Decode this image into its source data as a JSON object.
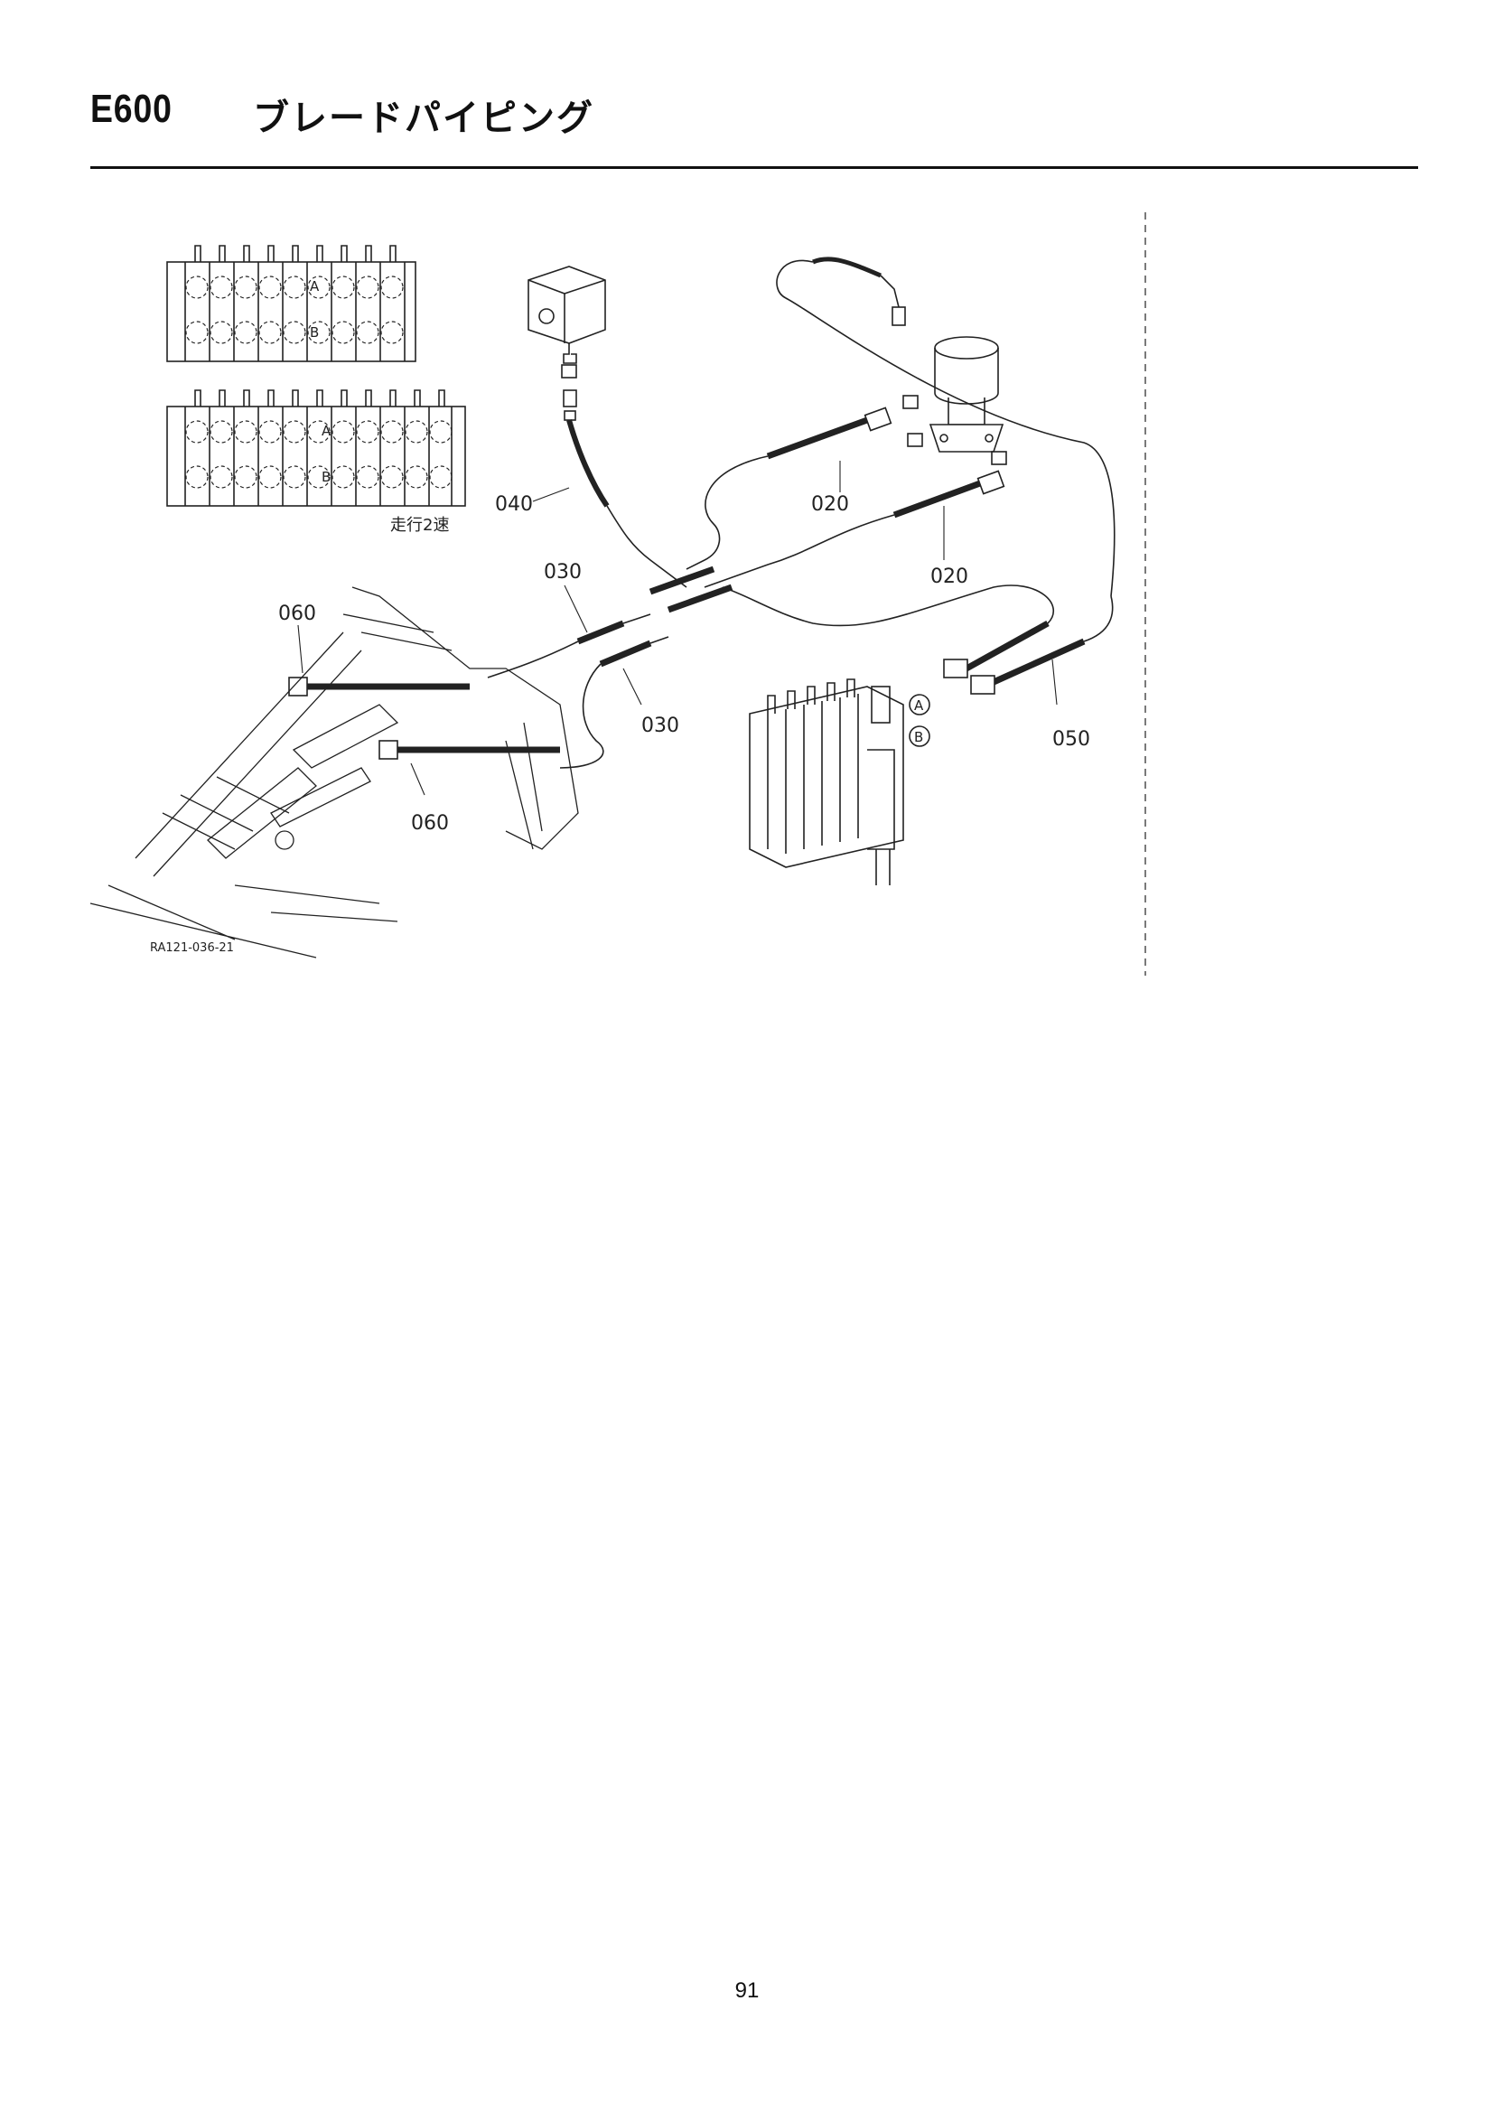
{
  "header": {
    "section_code": "E600",
    "section_title": "ブレードパイピング"
  },
  "diagram": {
    "valve_label_a": "A",
    "valve_label_b": "B",
    "travel_note": "走行2速",
    "part_numbers": {
      "p020_upper": "020",
      "p020_lower": "020",
      "p030_upper": "030",
      "p030_lower": "030",
      "p040": "040",
      "p050": "050",
      "p060_upper": "060",
      "p060_lower": "060"
    },
    "port_a": "A",
    "port_b": "B",
    "drawing_code": "RA121-036-21"
  },
  "footer": {
    "page_number": "91"
  }
}
